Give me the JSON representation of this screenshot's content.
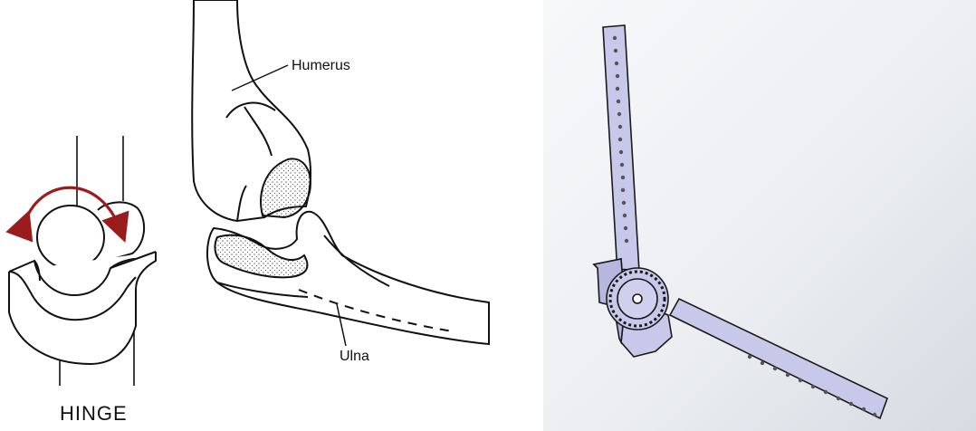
{
  "labels": {
    "humerus": "Humerus",
    "ulna": "Ulna",
    "hinge": "HINGE"
  },
  "colors": {
    "arrow": "#9b1c1c",
    "line": "#111111",
    "cad_part": "#c8c8ea",
    "cad_edge": "#1a1a1a",
    "cad_background_light": "#f7f8fa",
    "cad_background_dark": "#d6dbe2"
  },
  "icons": [
    "rotation-arrow-icon"
  ]
}
